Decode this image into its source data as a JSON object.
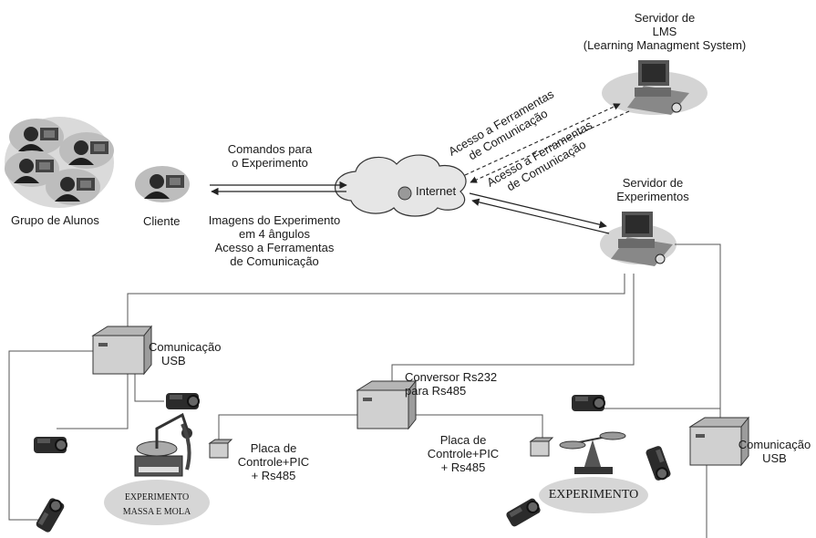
{
  "labels": {
    "lms_server": [
      "Servidor de",
      "LMS",
      "(Learning Managment System)"
    ],
    "arrow_lms_1": [
      "Acesso a Ferramentas",
      "de Comunicação"
    ],
    "arrow_lms_2": [
      "Acesso a Ferramentas",
      "de Comunicação"
    ],
    "commands": [
      "Comandos para",
      "o Experimento"
    ],
    "internet": "Internet",
    "exp_server": [
      "Servidor de",
      "Experimentos"
    ],
    "student_group": "Grupo de Alunos",
    "client": "Cliente",
    "images": [
      "Imagens do Experimento",
      "em 4 ângulos",
      "Acesso a Ferramentas",
      "de Comunicação"
    ],
    "usb_left": [
      "Comunicação",
      "USB"
    ],
    "converter": [
      "Conversor Rs232",
      "para Rs485"
    ],
    "board_left": [
      "Placa de",
      "Controle+PIC",
      "+ Rs485"
    ],
    "board_right": [
      "Placa de",
      "Controle+PIC",
      "+ Rs485"
    ],
    "usb_right": [
      "Comunicação",
      "USB"
    ],
    "experiment_left": [
      "EXPERIMENTO",
      "MASSA E MOLA"
    ],
    "experiment_right": "EXPERIMENTO"
  }
}
